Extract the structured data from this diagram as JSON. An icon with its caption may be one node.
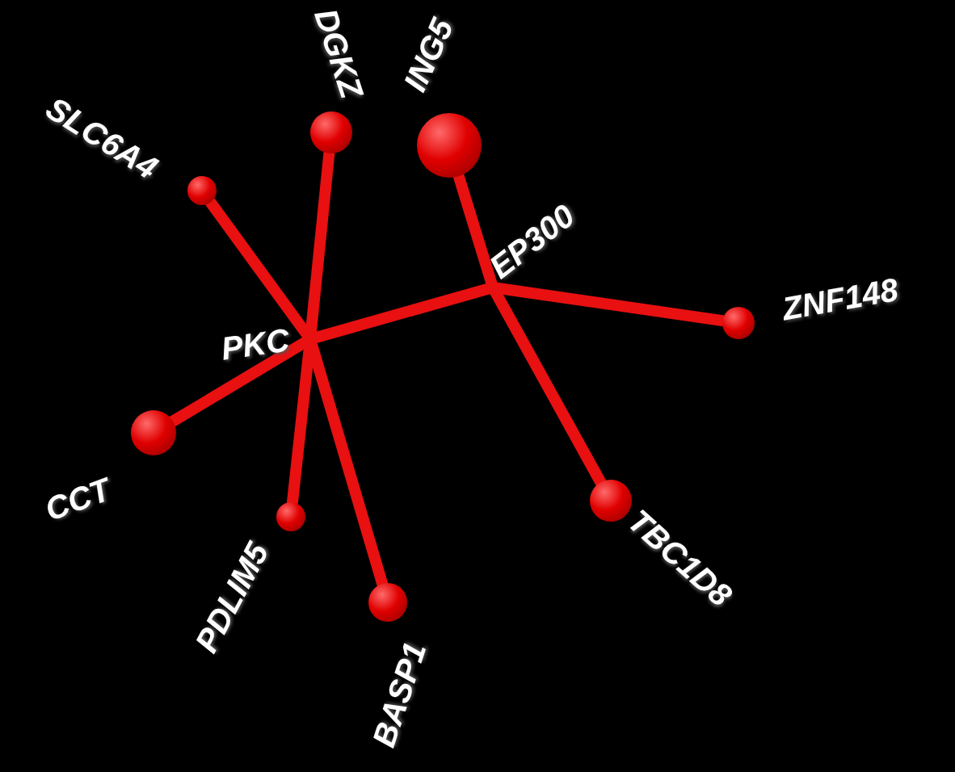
{
  "diagram": {
    "nodes": [
      {
        "text": [
          "PKC"
        ]
      },
      {
        "text": [
          "EP300"
        ]
      },
      {
        "text": [
          "SLC6A4"
        ]
      },
      {
        "text": [
          "DGKZ"
        ]
      },
      {
        "text": [
          "ING5"
        ]
      },
      {
        "text": [
          "ZNF148"
        ]
      },
      {
        "text": [
          "CCT"
        ]
      },
      {
        "text": [
          "PDLIM5"
        ]
      },
      {
        "text": [
          "BASP1"
        ]
      },
      {
        "text": [
          "TBC1D8"
        ]
      }
    ],
    "edges": [
      {
        "from": 0,
        "to": 2,
        "arrow": "none"
      },
      {
        "from": 0,
        "to": 3,
        "arrow": "none"
      },
      {
        "from": 0,
        "to": 6,
        "arrow": "none"
      },
      {
        "from": 0,
        "to": 7,
        "arrow": "none"
      },
      {
        "from": 0,
        "to": 8,
        "arrow": "none"
      },
      {
        "from": 0,
        "to": 1,
        "arrow": "none"
      },
      {
        "from": 1,
        "to": 5,
        "arrow": "none"
      },
      {
        "from": 1,
        "to": 4,
        "arrow": "none"
      },
      {
        "from": 1,
        "to": 9,
        "arrow": "none"
      }
    ]
  }
}
